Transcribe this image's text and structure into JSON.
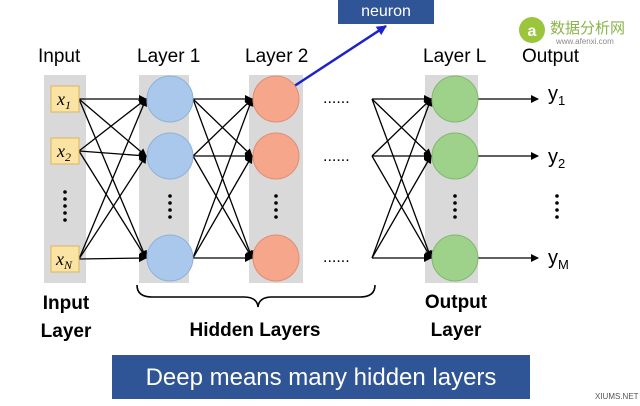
{
  "header": {
    "input": "Input",
    "layer1": "Layer 1",
    "layer2": "Layer 2",
    "layerL": "Layer L",
    "output": "Output"
  },
  "neuron_callout": "neuron",
  "watermark": {
    "logo_text": "数据分析网",
    "url": "www.afenxi.com",
    "corner": "XIUMS.NET"
  },
  "inputs": {
    "x1": "x",
    "x1_sub": "1",
    "x2": "x",
    "x2_sub": "2",
    "xN": "x",
    "xN_sub": "N"
  },
  "outputs": {
    "y1": "y",
    "y1_sub": "1",
    "y2": "y",
    "y2_sub": "2",
    "yM": "y",
    "yM_sub": "M"
  },
  "ellipsis": "......",
  "labels": {
    "input_layer_line1": "Input",
    "input_layer_line2": "Layer",
    "hidden_layers": "Hidden Layers",
    "output_layer_line1": "Output",
    "output_layer_line2": "Layer"
  },
  "banner": "Deep means many hidden layers",
  "colors": {
    "column_bg": "#d9d9d9",
    "input_box": "#fbe3a3",
    "layer1_node": "#a9c8ec",
    "layer2_node": "#f6a78b",
    "output_node": "#9ed28a",
    "arrow_blue": "#1d23c9",
    "banner_bg": "#2f5597"
  }
}
